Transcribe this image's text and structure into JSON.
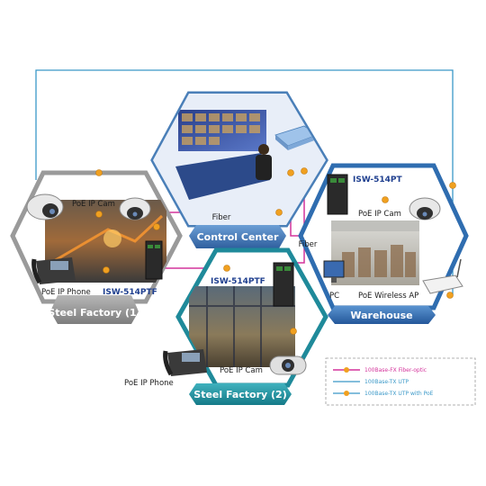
{
  "colors": {
    "fiber": "#d4339b",
    "utp": "#3a98c8",
    "poe_dot": "#f0a020",
    "gray_hex": "#9a9a9a",
    "blue_hex": "#2f6db0",
    "teal_hex": "#1f8a9a",
    "ctrl_hex": "#4a7fb8"
  },
  "zones": {
    "control_center": "Control Center",
    "steel_factory_1": "Steel Factory (1)",
    "steel_factory_2": "Steel Factory (2)",
    "warehouse": "Warehouse"
  },
  "labels": {
    "fiber_left": "Fiber",
    "fiber_right": "Fiber",
    "sf1_cam": "PoE IP Cam",
    "sf1_phone": "PoE IP Phone",
    "sf1_switch": "ISW-514PTF",
    "sf2_switch": "ISW-514PTF",
    "sf2_cam": "PoE IP Cam",
    "sf2_phone": "PoE IP Phone",
    "wh_switch": "ISW-514PT",
    "wh_cam": "PoE IP Cam",
    "wh_pc": "PC",
    "wh_ap": "PoE Wireless AP"
  },
  "legend": [
    {
      "text": "100Base-FX Fiber-optic",
      "kind": "fiber"
    },
    {
      "text": "100Base-TX UTP",
      "kind": "utp"
    },
    {
      "text": "100Base-TX UTP with PoE",
      "kind": "poe"
    }
  ]
}
